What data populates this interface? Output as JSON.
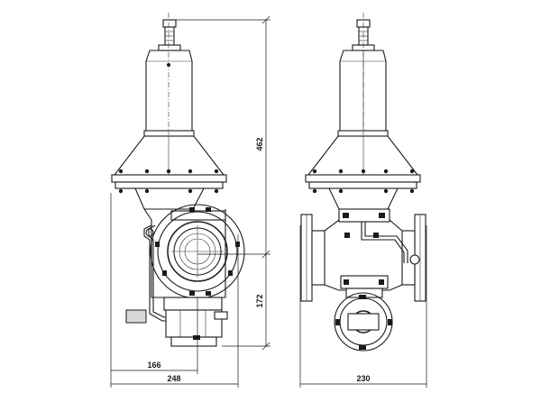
{
  "dimensions": {
    "overall_height": "462",
    "lower_height": "172",
    "inlet_offset": "166",
    "front_width": "248",
    "side_width": "230"
  }
}
